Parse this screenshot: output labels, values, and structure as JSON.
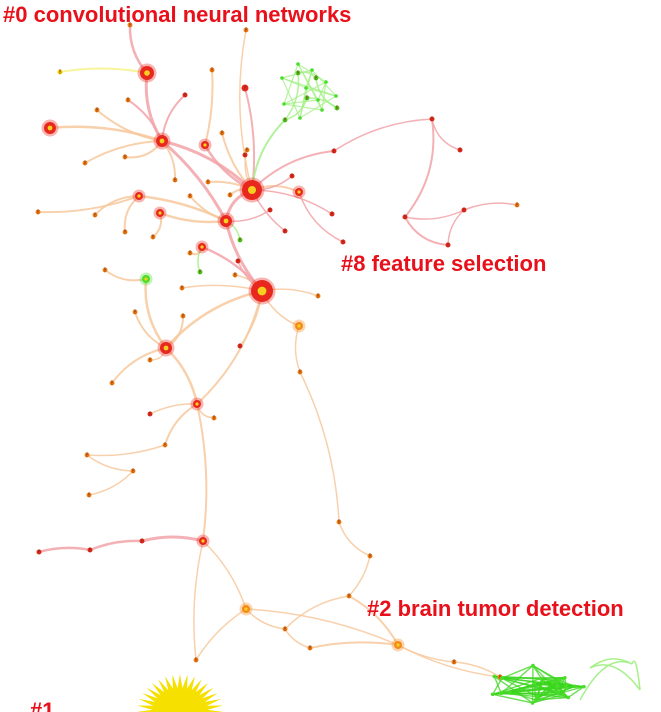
{
  "clusters": {
    "c0": {
      "label": "#0 convolutional neural networks"
    },
    "c8": {
      "label": "#8 feature selection"
    },
    "c2": {
      "label": "#2 brain tumor detection"
    },
    "c1": {
      "label": "#1"
    }
  },
  "node_tag": "8",
  "colors": {
    "label": "#e8101a",
    "edge_red": "#f2a3a8",
    "edge_orange": "#f7c89c",
    "edge_green": "#a6f08a",
    "edge_yellow": "#f6f28a",
    "node_red": "#e8281e",
    "node_orange": "#f58a1c",
    "node_yellow": "#f5e000",
    "node_green": "#4ade2a"
  }
}
